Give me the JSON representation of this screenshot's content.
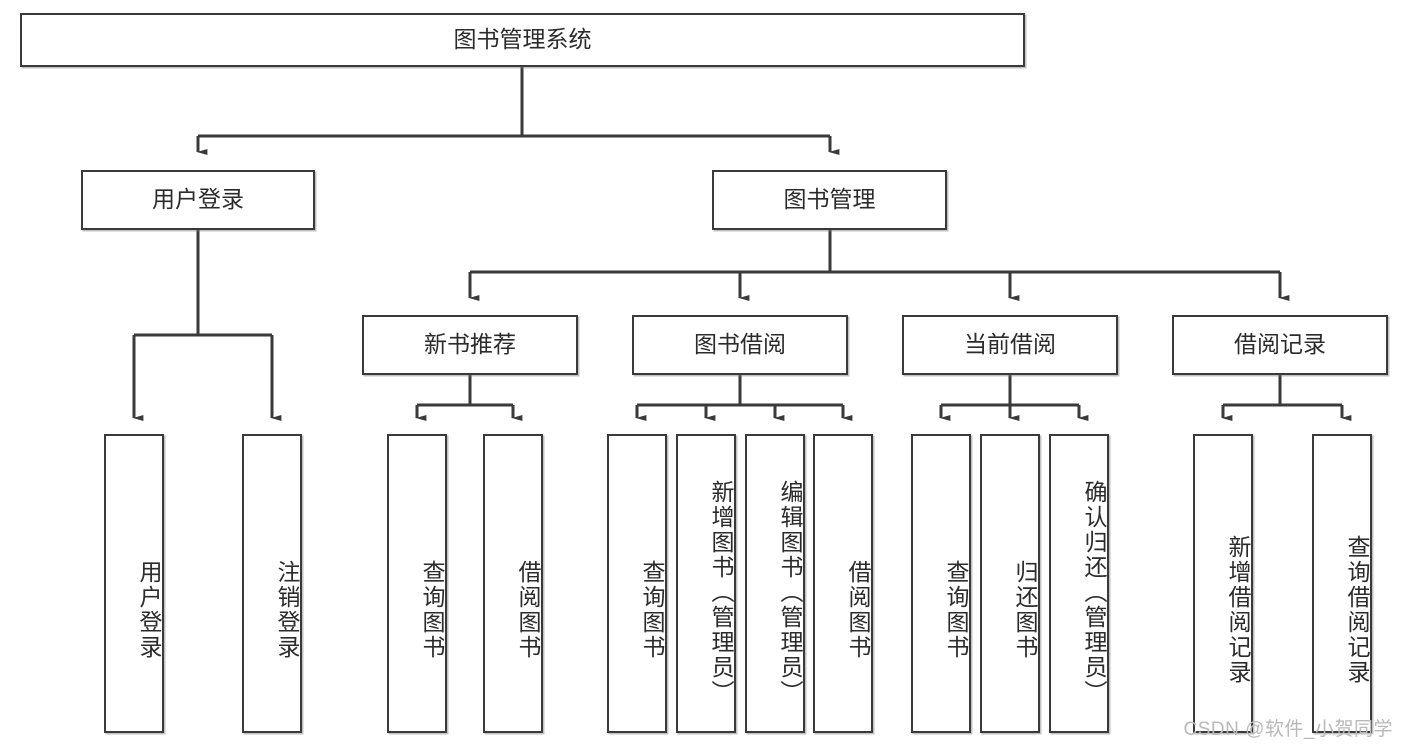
{
  "diagram": {
    "title": "图书管理系统",
    "type": "hierarchy-tree",
    "root": {
      "label": "图书管理系统"
    },
    "level2": [
      {
        "id": "user-login",
        "label": "用户登录"
      },
      {
        "id": "book-management",
        "label": "图书管理"
      }
    ],
    "level3": [
      {
        "id": "new-book-recommend",
        "label": "新书推荐",
        "parent": "book-management"
      },
      {
        "id": "book-borrow",
        "label": "图书借阅",
        "parent": "book-management"
      },
      {
        "id": "current-borrow",
        "label": "当前借阅",
        "parent": "book-management"
      },
      {
        "id": "borrow-record",
        "label": "借阅记录",
        "parent": "book-management"
      }
    ],
    "leaves": [
      {
        "id": "leaf-user-login",
        "label": "用户登录",
        "parent": "user-login"
      },
      {
        "id": "leaf-user-logout",
        "label": "注销登录",
        "parent": "user-login"
      },
      {
        "id": "leaf-query-book-1",
        "label": "查询图书",
        "parent": "new-book-recommend"
      },
      {
        "id": "leaf-borrow-book-1",
        "label": "借阅图书",
        "parent": "new-book-recommend"
      },
      {
        "id": "leaf-query-book-2",
        "label": "查询图书",
        "parent": "book-borrow"
      },
      {
        "id": "leaf-add-book",
        "label": "新增图书（管理员）",
        "parent": "book-borrow"
      },
      {
        "id": "leaf-edit-book",
        "label": "编辑图书（管理员）",
        "parent": "book-borrow"
      },
      {
        "id": "leaf-borrow-book-2",
        "label": "借阅图书",
        "parent": "book-borrow"
      },
      {
        "id": "leaf-query-book-3",
        "label": "查询图书",
        "parent": "current-borrow"
      },
      {
        "id": "leaf-return-book",
        "label": "归还图书",
        "parent": "current-borrow"
      },
      {
        "id": "leaf-confirm-return",
        "label": "确认归还（管理员）",
        "parent": "current-borrow"
      },
      {
        "id": "leaf-add-record",
        "label": "新增借阅记录",
        "parent": "borrow-record"
      },
      {
        "id": "leaf-query-record",
        "label": "查询借阅记录",
        "parent": "borrow-record"
      }
    ],
    "watermark": "CSDN @软件_小贺同学",
    "colors": {
      "stroke": "#3a3a3a",
      "text": "#2b2b2b",
      "background": "#ffffff",
      "watermark": "#b9b9b9"
    }
  }
}
